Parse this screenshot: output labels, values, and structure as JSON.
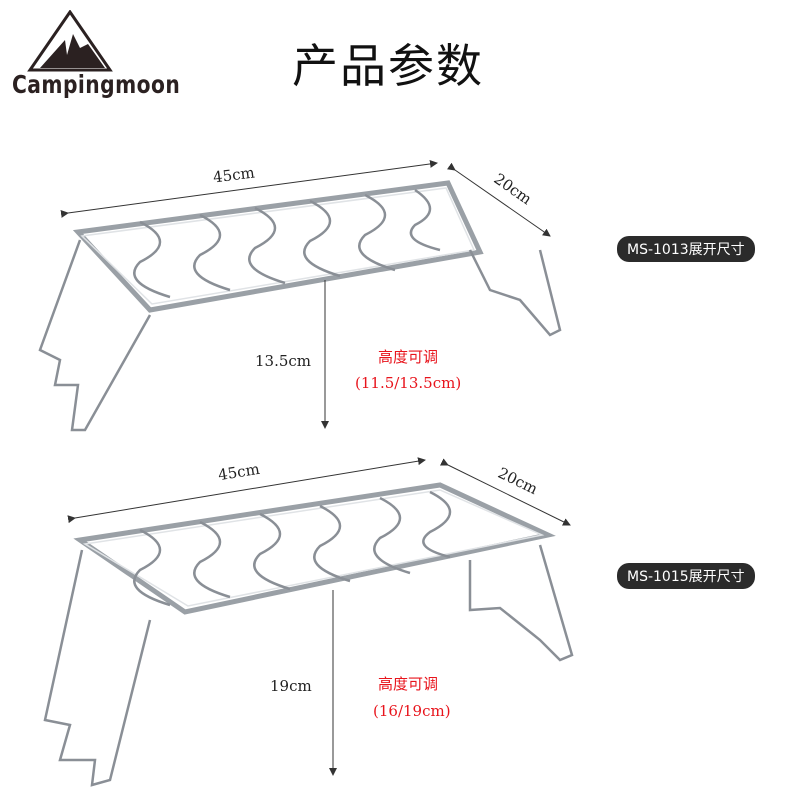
{
  "brand": {
    "name": "Campingmoon"
  },
  "title": "产品参数",
  "products": [
    {
      "model": "MS-1013展开尺寸",
      "length": "45cm",
      "width": "20cm",
      "height": "13.5cm",
      "adjust_label": "高度可调",
      "adjust_range": "(11.5/13.5cm)"
    },
    {
      "model": "MS-1015展开尺寸",
      "length": "45cm",
      "width": "20cm",
      "height": "19cm",
      "adjust_label": "高度可调",
      "adjust_range": "(16/19cm)"
    }
  ],
  "colors": {
    "accent_red": "#e8141c",
    "badge_bg": "#2b2b2b",
    "logo": "#2b2121"
  }
}
